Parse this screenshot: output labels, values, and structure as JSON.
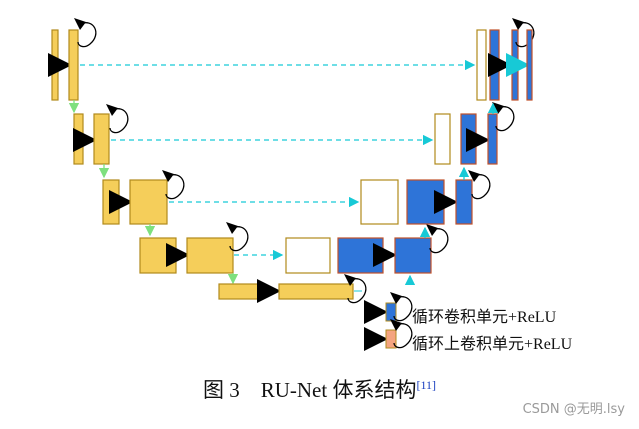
{
  "figure": {
    "caption_prefix": "图 3",
    "caption_title": "RU-Net 体系结构",
    "caption_ref": "[11]"
  },
  "legend": {
    "items": [
      {
        "label": "循环卷积单元+ReLU",
        "color": "#2e74d8"
      },
      {
        "label": "循环上卷积单元+ReLU",
        "color": "#f4a480"
      }
    ]
  },
  "colors": {
    "encoder": "#f5ce5a",
    "encoder_border": "#b08a1c",
    "decoder": "#2e74d8",
    "decoder_border": "#c0502a",
    "skip": "#17c9d6",
    "down": "#7ee07e"
  },
  "watermark": "CSDN @无明.lsy"
}
